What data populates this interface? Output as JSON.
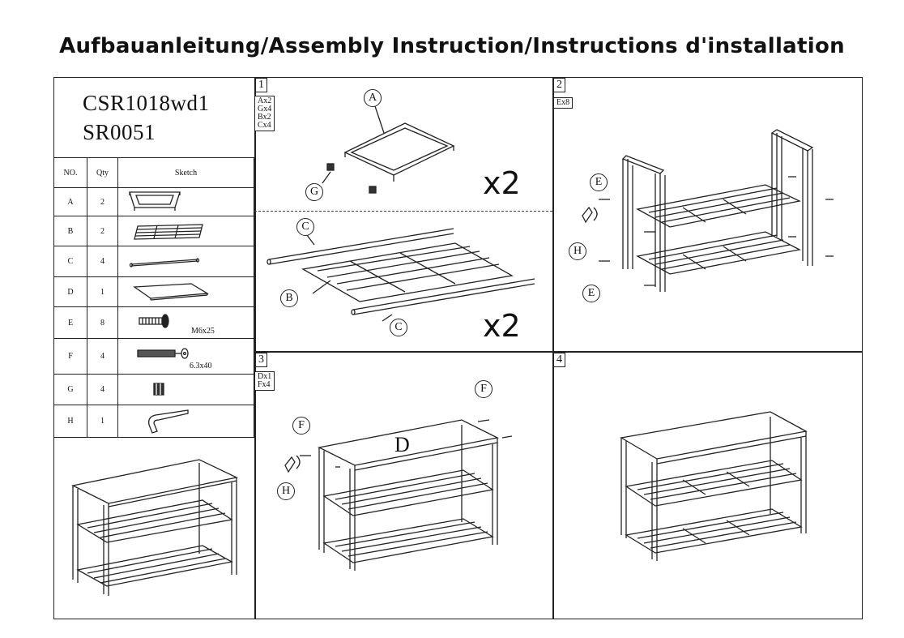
{
  "title": "Aufbauanleitung/Assembly Instruction/Instructions d'installation",
  "model_codes": [
    "CSR1018wd1",
    "SR0051"
  ],
  "parts_table": {
    "headers": [
      "NO.",
      "Qty",
      "Sketch"
    ],
    "rows": [
      {
        "no": "A",
        "qty": "2",
        "size": ""
      },
      {
        "no": "B",
        "qty": "2",
        "size": ""
      },
      {
        "no": "C",
        "qty": "4",
        "size": ""
      },
      {
        "no": "D",
        "qty": "1",
        "size": ""
      },
      {
        "no": "E",
        "qty": "8",
        "size": "M6x25"
      },
      {
        "no": "F",
        "qty": "4",
        "size": "6.3x40"
      },
      {
        "no": "G",
        "qty": "4",
        "size": ""
      },
      {
        "no": "H",
        "qty": "1",
        "size": ""
      }
    ]
  },
  "steps": [
    {
      "number": "1",
      "parts": [
        "Ax2",
        "Gx4",
        "Bx2",
        "Cx4"
      ],
      "multipliers": [
        "x2",
        "x2"
      ],
      "callouts": [
        "A",
        "G",
        "C",
        "B",
        "C"
      ]
    },
    {
      "number": "2",
      "parts": [
        "Ex8"
      ],
      "callouts": [
        "E",
        "H",
        "E"
      ]
    },
    {
      "number": "3",
      "parts": [
        "Dx1",
        "Fx4"
      ],
      "callouts": [
        "F",
        "F",
        "H"
      ],
      "panel_label": "D"
    },
    {
      "number": "4",
      "parts": []
    }
  ]
}
